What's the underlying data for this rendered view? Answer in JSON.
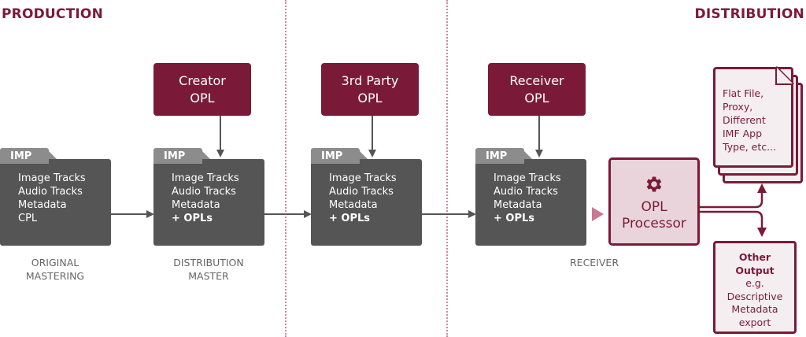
{
  "sections": {
    "production": "PRODUCTION",
    "distribution": "DISTRIBUTION"
  },
  "opl_sources": [
    {
      "line1": "Creator",
      "line2": "OPL"
    },
    {
      "line1": "3rd Party",
      "line2": "OPL"
    },
    {
      "line1": "Receiver",
      "line2": "OPL"
    }
  ],
  "imps": [
    {
      "tab": "IMP",
      "lines": [
        "Image Tracks",
        "Audio Tracks",
        "Metadata",
        "CPL"
      ],
      "caption_line1": "ORIGINAL",
      "caption_line2": "MASTERING"
    },
    {
      "tab": "IMP",
      "lines": [
        "Image Tracks",
        "Audio Tracks",
        "Metadata",
        "+ OPLs"
      ],
      "caption_line1": "DISTRIBUTION",
      "caption_line2": "MASTER"
    },
    {
      "tab": "IMP",
      "lines": [
        "Image Tracks",
        "Audio Tracks",
        "Metadata",
        "+ OPLs"
      ],
      "caption_line1": "",
      "caption_line2": ""
    },
    {
      "tab": "IMP",
      "lines": [
        "Image Tracks",
        "Audio Tracks",
        "Metadata",
        "+ OPLs"
      ],
      "caption_line1": "RECEIVER",
      "caption_line2": ""
    }
  ],
  "processor": {
    "icon": "gear-icon",
    "line1": "OPL",
    "line2": "Processor"
  },
  "outputs": {
    "flat_file": [
      "Flat File,",
      "Proxy,",
      "Different",
      "IMF App",
      "Type, etc..."
    ],
    "other": {
      "title1": "Other",
      "title2": "Output",
      "lines": [
        "e.g.",
        "Descriptive",
        "Metadata",
        "export"
      ]
    }
  },
  "colors": {
    "brand": "#7b1a38",
    "folder_body": "#555555",
    "folder_tab": "#8c8c8c",
    "processor_fill": "#e9d4db",
    "doc_fill": "#f5eef1",
    "divider": "#c98aa0"
  }
}
